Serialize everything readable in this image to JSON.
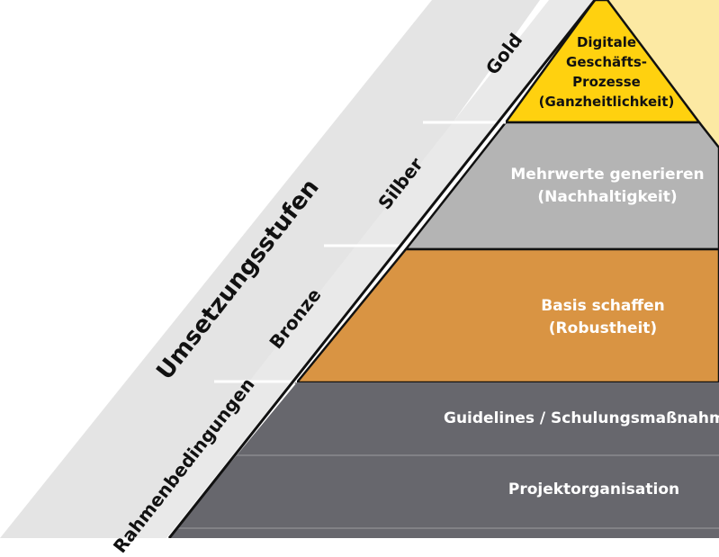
{
  "diagram": {
    "side_title": "Umsetzungsstufen",
    "stage_labels": {
      "gold": "Gold",
      "silber": "Silber",
      "bronze": "Bronze",
      "rahmen": "Rahmenbedingungen"
    },
    "levels": {
      "gold": {
        "line1": "Digitale",
        "line2": "Geschäfts-",
        "line3": "Prozesse",
        "line4": "(Ganzheitlichkeit)"
      },
      "silber": {
        "line1": "Mehrwerte generieren",
        "line2": "(Nachhaltigkeit)"
      },
      "bronze": {
        "line1": "Basis schaffen",
        "line2": "(Robustheit)"
      },
      "guidelines": {
        "line1": "Guidelines / Schulungsmaßnahmen"
      },
      "projekt": {
        "line1": "Projektorganisation"
      }
    },
    "colors": {
      "gold": "#FFD10F",
      "gold_light": "#FCE9A3",
      "silber": "#B4B4B4",
      "bronze": "#D99443",
      "rahmen": "#67676D",
      "band": "#E4E4E4"
    }
  }
}
